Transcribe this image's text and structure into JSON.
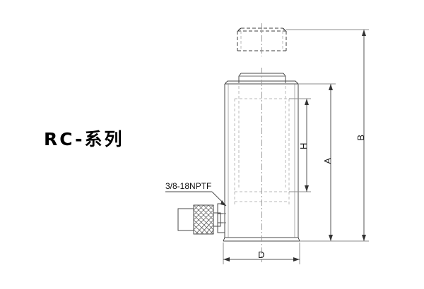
{
  "drawing": {
    "title_label": "RC-系列",
    "port_label": "3/8-18NPTF",
    "dimensions": {
      "stroke": "H",
      "retracted_height": "A",
      "extended_height": "B",
      "base_diameter": "D"
    },
    "colors": {
      "outline": "#4a4a4a",
      "hidden": "#b9b9b9",
      "centerline": "#9a9a9a",
      "dimension": "#555555",
      "text": "#1a1a1a",
      "background": "#ffffff"
    }
  }
}
